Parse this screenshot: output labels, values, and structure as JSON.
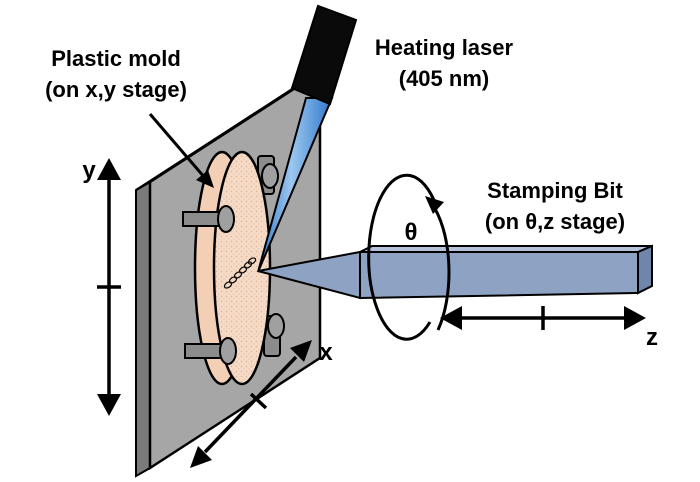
{
  "labels": {
    "mold_line1": "Plastic mold",
    "mold_line2": "(on x,y stage)",
    "laser_line1": "Heating laser",
    "laser_line2": "(405 nm)",
    "bit_line1": "Stamping Bit",
    "bit_line2": "(on θ,z stage)",
    "theta": "θ",
    "axis_y": "y",
    "axis_x": "x",
    "axis_z": "z"
  },
  "colors": {
    "plate_front": "#a6a6a6",
    "plate_side": "#7a7a7a",
    "mold_face": "#f6dcc8",
    "mold_dots": "#e0b89a",
    "bit_face": "#8ea3c4",
    "bit_top": "#b4c3da",
    "bit_side": "#6f86ab",
    "laser_body": "#0a0a0a",
    "laser_beam": "#3a86d8",
    "laser_beam_light": "#b7d6f4",
    "screw": "#8c8c8c"
  },
  "icons": {
    "rotation_arrow": "rotation-arrow-icon",
    "double_arrow": "double-headed-arrow-icon"
  }
}
